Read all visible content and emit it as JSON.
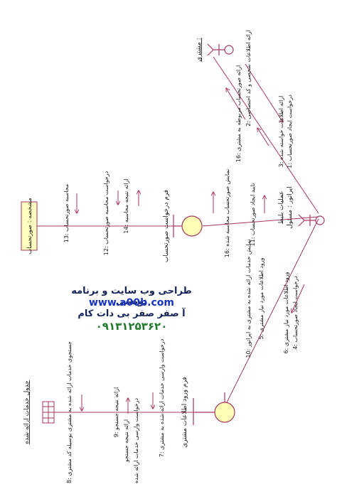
{
  "objects": {
    "customer": "مشتری :",
    "operator_role": "اپراتور : مسئول",
    "operator_name": "عملیات بلیط",
    "form_request": "فرم درخواست صورتحساب",
    "bill_entity": "مشخصه : صورتحساب",
    "form_info": "فرم ورود اطلاعات مشتری",
    "services_table": "جدول خدمات ارائه شده"
  },
  "messages": {
    "m1": "1: درخواست ایجاد صورتحساب",
    "m2": "2: ارائه اطلاعات شخصی و کد اختصاصی",
    "m3": "3: ارائه اطلاعات خواسته شده",
    "m16a": "16: ارائه صورتحساب مربوطه به مشتری",
    "m4": "4: درخواست ایجاد صورتحساب",
    "m5": "5: ورود اطلاعات مورد نیاز مشتری",
    "m6": "6: ورود اطلاعات مورد نیاز مشتری",
    "m7": "7: درخواست وارسی خدمات ارائه شده به مشتری",
    "m8": "8: جستجوی خدمات ارائه شده به مشتری بوسیله کد مشتری",
    "m9": "9: ارائه نتیجه جستجو",
    "m10": "10: نمایش خدمات ارائه شده به مشتری به اپراتور",
    "m11": "11: تایید ایجاد صورتحساب",
    "m12": "12: درخواست محاسبه صورتحساب",
    "m13": "13: محاسبه صورتحساب",
    "m14": "14: ارائه نتیجه محاسبه",
    "m16b": "16: نمایش صورتحساب محاسبه شده",
    "m_d1": "ارائه نتیجه جستجو",
    "m_d2": "درخواست وارسی خدمات ارائه شده"
  },
  "watermark": {
    "line1": "طراحی وب سایت و برنامه نویسی",
    "line2": "www.a00b.com",
    "line3": "آ صفر صفر بی دات کام",
    "line4": "۰۹۱۳۱۲۵۳۶۲۰"
  },
  "colors": {
    "line": "#a8365c",
    "text": "#1a1a1a",
    "entity_fill": "#ffffc0",
    "control_fill": "#ffffb8"
  }
}
